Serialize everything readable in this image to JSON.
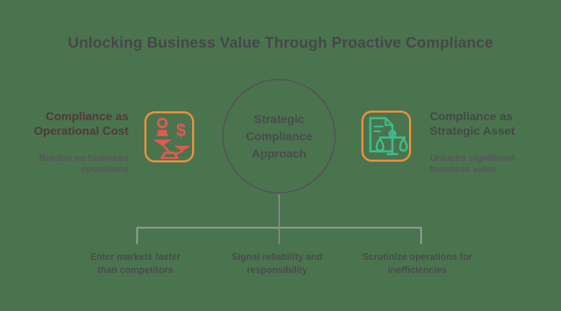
{
  "title": "Unlocking Business Value Through Proactive Compliance",
  "left_panel": {
    "heading": [
      "Compliance as",
      "Operational Cost"
    ],
    "subtitle": [
      "Burden on business",
      "operations"
    ]
  },
  "center_circle": {
    "lines": [
      "Strategic",
      "Compliance",
      "Approach"
    ]
  },
  "right_panel": {
    "heading": [
      "Compliance as",
      "Strategic Asset"
    ],
    "subtitle": [
      "Unlocks significant",
      "business value"
    ]
  },
  "bottom_labels": [
    {
      "lines": [
        "Enter markets faster",
        "than competitors"
      ]
    },
    {
      "lines": [
        "Signal reliability and",
        "responsibility"
      ]
    },
    {
      "lines": [
        "Scrutinize operations for",
        "inefficiencies"
      ]
    }
  ],
  "icons": {
    "left": "unbalanced-scale-person-dollar-icon",
    "right": "document-with-scales-icon",
    "dollar_glyph": "$"
  },
  "colors": {
    "background": "#4A744E",
    "title_text": "#47474B",
    "left_heading": "#50393F",
    "right_heading": "#45484B",
    "subtitle_text": "#56555A",
    "bottom_label_text": "#4A4A4D",
    "circle_border": "#54535A",
    "connector_bracket": "#A3A3A5",
    "connector_stem": "#8A8A8E",
    "icon_tile_border": "#E8913B",
    "icon_left_stroke": "#DE5A51",
    "icon_right_stroke": "#3CBE8C"
  }
}
